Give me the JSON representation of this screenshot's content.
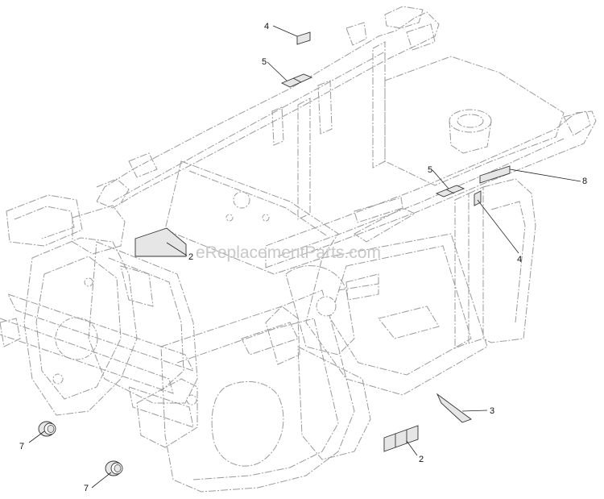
{
  "watermark": "eReplacementParts.com",
  "callouts": [
    {
      "id": "c4-top",
      "label": "4"
    },
    {
      "id": "c5-top",
      "label": "5"
    },
    {
      "id": "c5-right",
      "label": "5"
    },
    {
      "id": "c8",
      "label": "8"
    },
    {
      "id": "c4-right",
      "label": "4"
    },
    {
      "id": "c2-left",
      "label": "2"
    },
    {
      "id": "c3",
      "label": "3"
    },
    {
      "id": "c2-bottom",
      "label": "2"
    },
    {
      "id": "c7-left",
      "label": "7"
    },
    {
      "id": "c7-bottom",
      "label": "7"
    }
  ],
  "colors": {
    "frame_outline": "#9a9a9a",
    "part_fill": "#e6e6e6",
    "part_outline": "#333333",
    "watermark": "#c8c8c8"
  }
}
